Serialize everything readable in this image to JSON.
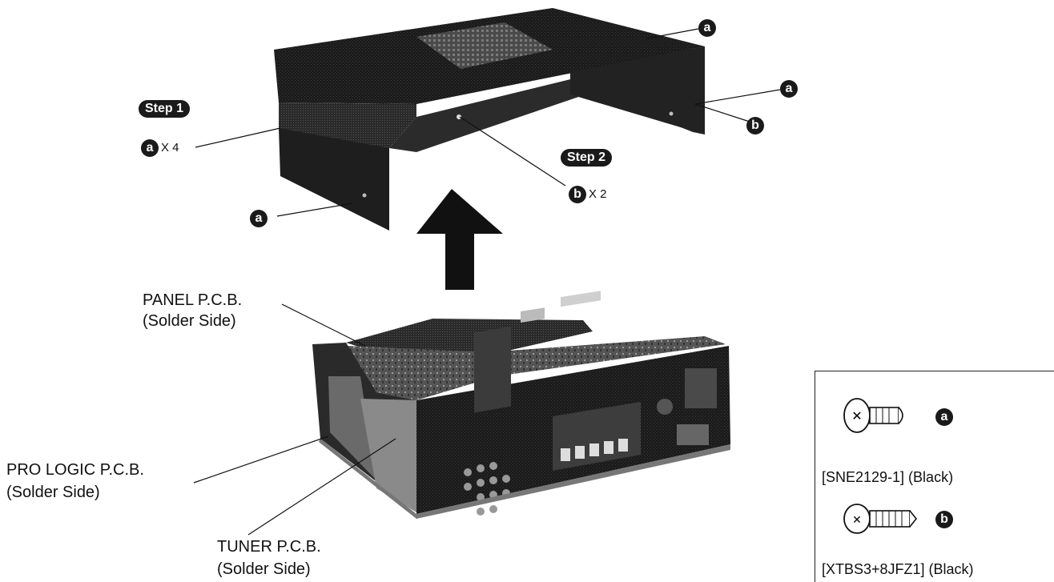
{
  "steps": {
    "step1": "Step 1",
    "step2": "Step 2"
  },
  "screw_markers": {
    "a": "a",
    "b": "b"
  },
  "multipliers": {
    "a_count": "X 4",
    "b_count": "X 2"
  },
  "labels": {
    "panel_pcb": "PANEL P.C.B.",
    "panel_pcb_side": "(Solder Side)",
    "pro_logic_pcb": "PRO LOGIC P.C.B.",
    "pro_logic_pcb_side": "(Solder Side)",
    "tuner_pcb": "TUNER P.C.B.",
    "tuner_pcb_side": "(Solder Side)"
  },
  "legend": {
    "screw_a_part": "[SNE2129-1] (Black)",
    "screw_b_part": "[XTBS3+8JFZ1] (Black)"
  },
  "icons": {
    "cover": "top-cover-illustration",
    "chassis": "receiver-chassis-illustration",
    "arrow": "up-arrow-icon",
    "screw_a": "screw-a-icon",
    "screw_b": "screw-b-icon"
  }
}
